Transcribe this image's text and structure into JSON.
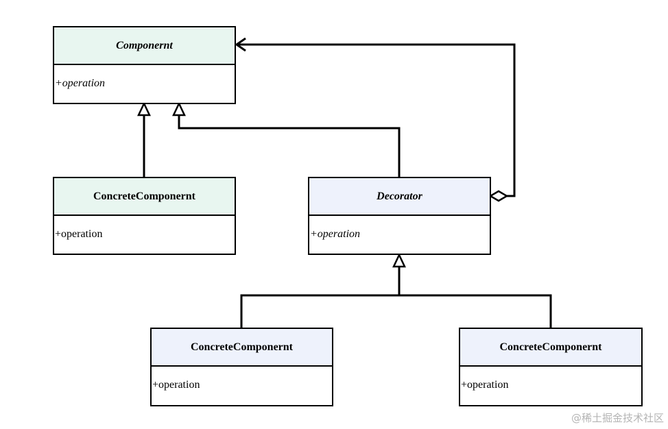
{
  "classes": {
    "component": {
      "name": "Componernt",
      "operation": "+operation"
    },
    "concrete_component": {
      "name": "ConcreteComponernt",
      "operation": "+operation"
    },
    "decorator": {
      "name": "Decorator",
      "operation": "+operation"
    },
    "concrete_decorator_a": {
      "name": "ConcreteComponernt",
      "operation": "+operation"
    },
    "concrete_decorator_b": {
      "name": "ConcreteComponernt",
      "operation": "+operation"
    }
  },
  "colors": {
    "component_header": "#e8f6f0",
    "decorator_header": "#eef2fc",
    "line": "#000000"
  },
  "watermark": "@稀土掘金技术社区"
}
